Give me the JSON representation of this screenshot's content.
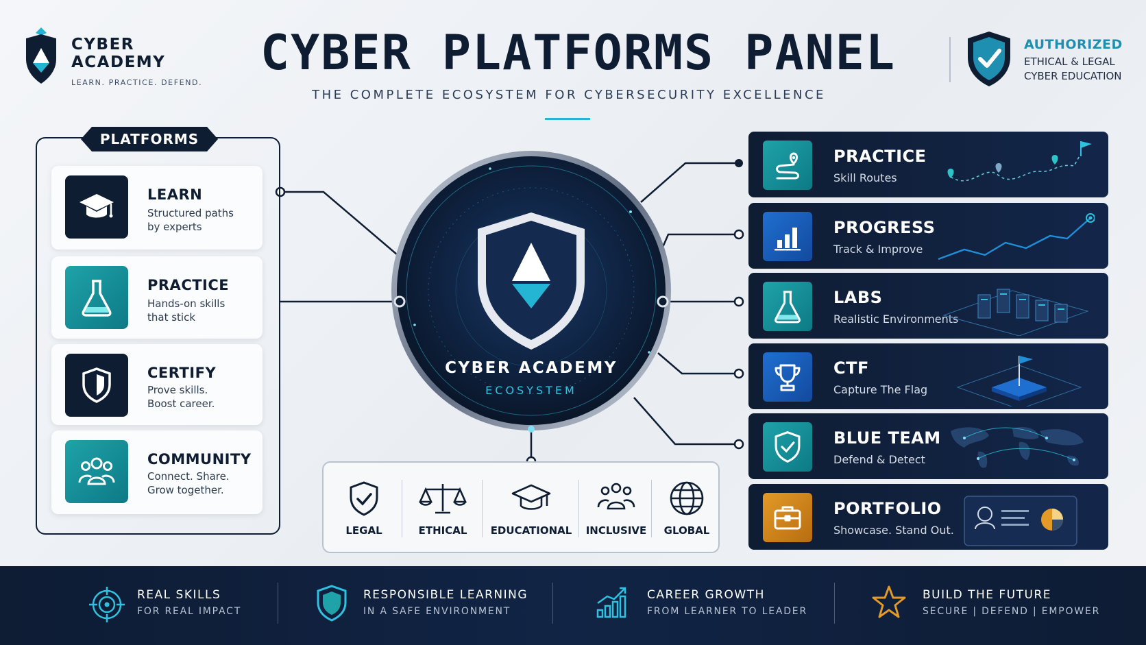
{
  "brand": {
    "name_line1": "CYBER",
    "name_line2": "ACADEMY",
    "tagline": "LEARN. PRACTICE. DEFEND."
  },
  "header": {
    "title": "CYBER PLATFORMS PANEL",
    "subtitle": "THE COMPLETE ECOSYSTEM FOR CYBERSECURITY EXCELLENCE"
  },
  "authorization": {
    "title": "AUTHORIZED",
    "line1": "ETHICAL & LEGAL",
    "line2": "CYBER EDUCATION"
  },
  "platforms_panel": {
    "badge": "PLATFORMS",
    "items": [
      {
        "title": "LEARN",
        "desc1": "Structured paths",
        "desc2": "by experts",
        "icon": "graduation-cap-icon"
      },
      {
        "title": "PRACTICE",
        "desc1": "Hands-on skills",
        "desc2": "that stick",
        "icon": "flask-icon"
      },
      {
        "title": "CERTIFY",
        "desc1": "Prove skills.",
        "desc2": "Boost career.",
        "icon": "shield-icon"
      },
      {
        "title": "COMMUNITY",
        "desc1": "Connect. Share.",
        "desc2": "Grow together.",
        "icon": "people-icon"
      }
    ]
  },
  "hub": {
    "name": "CYBER ACADEMY",
    "subtitle": "ECOSYSTEM"
  },
  "values": [
    {
      "label": "LEGAL",
      "icon": "shield-check-icon"
    },
    {
      "label": "ETHICAL",
      "icon": "scales-icon"
    },
    {
      "label": "EDUCATIONAL",
      "icon": "graduation-cap-icon"
    },
    {
      "label": "INCLUSIVE",
      "icon": "people-icon"
    },
    {
      "label": "GLOBAL",
      "icon": "globe-icon"
    }
  ],
  "modules": [
    {
      "title": "PRACTICE",
      "desc": "Skill Routes",
      "icon": "route-icon"
    },
    {
      "title": "PROGRESS",
      "desc": "Track & Improve",
      "icon": "bar-chart-icon"
    },
    {
      "title": "LABS",
      "desc": "Realistic Environments",
      "icon": "flask-icon"
    },
    {
      "title": "CTF",
      "desc": "Capture The Flag",
      "icon": "trophy-icon"
    },
    {
      "title": "BLUE TEAM",
      "desc": "Defend & Detect",
      "icon": "shield-check-icon"
    },
    {
      "title": "PORTFOLIO",
      "desc": "Showcase. Stand Out.",
      "icon": "briefcase-icon"
    }
  ],
  "footer": [
    {
      "title": "REAL SKILLS",
      "sub": "FOR REAL IMPACT",
      "icon": "target-icon"
    },
    {
      "title": "RESPONSIBLE LEARNING",
      "sub": "IN A SAFE ENVIRONMENT",
      "icon": "shield-icon"
    },
    {
      "title": "CAREER GROWTH",
      "sub": "FROM LEARNER TO LEADER",
      "icon": "growth-chart-icon"
    },
    {
      "title": "BUILD THE FUTURE",
      "sub": "SECURE | DEFEND | EMPOWER",
      "icon": "star-icon"
    }
  ],
  "colors": {
    "navy": "#0f1d33",
    "teal": "#1fa2a8",
    "cyan_accent": "#23b5d3",
    "blue": "#1f6fd0",
    "orange": "#e39a27"
  }
}
